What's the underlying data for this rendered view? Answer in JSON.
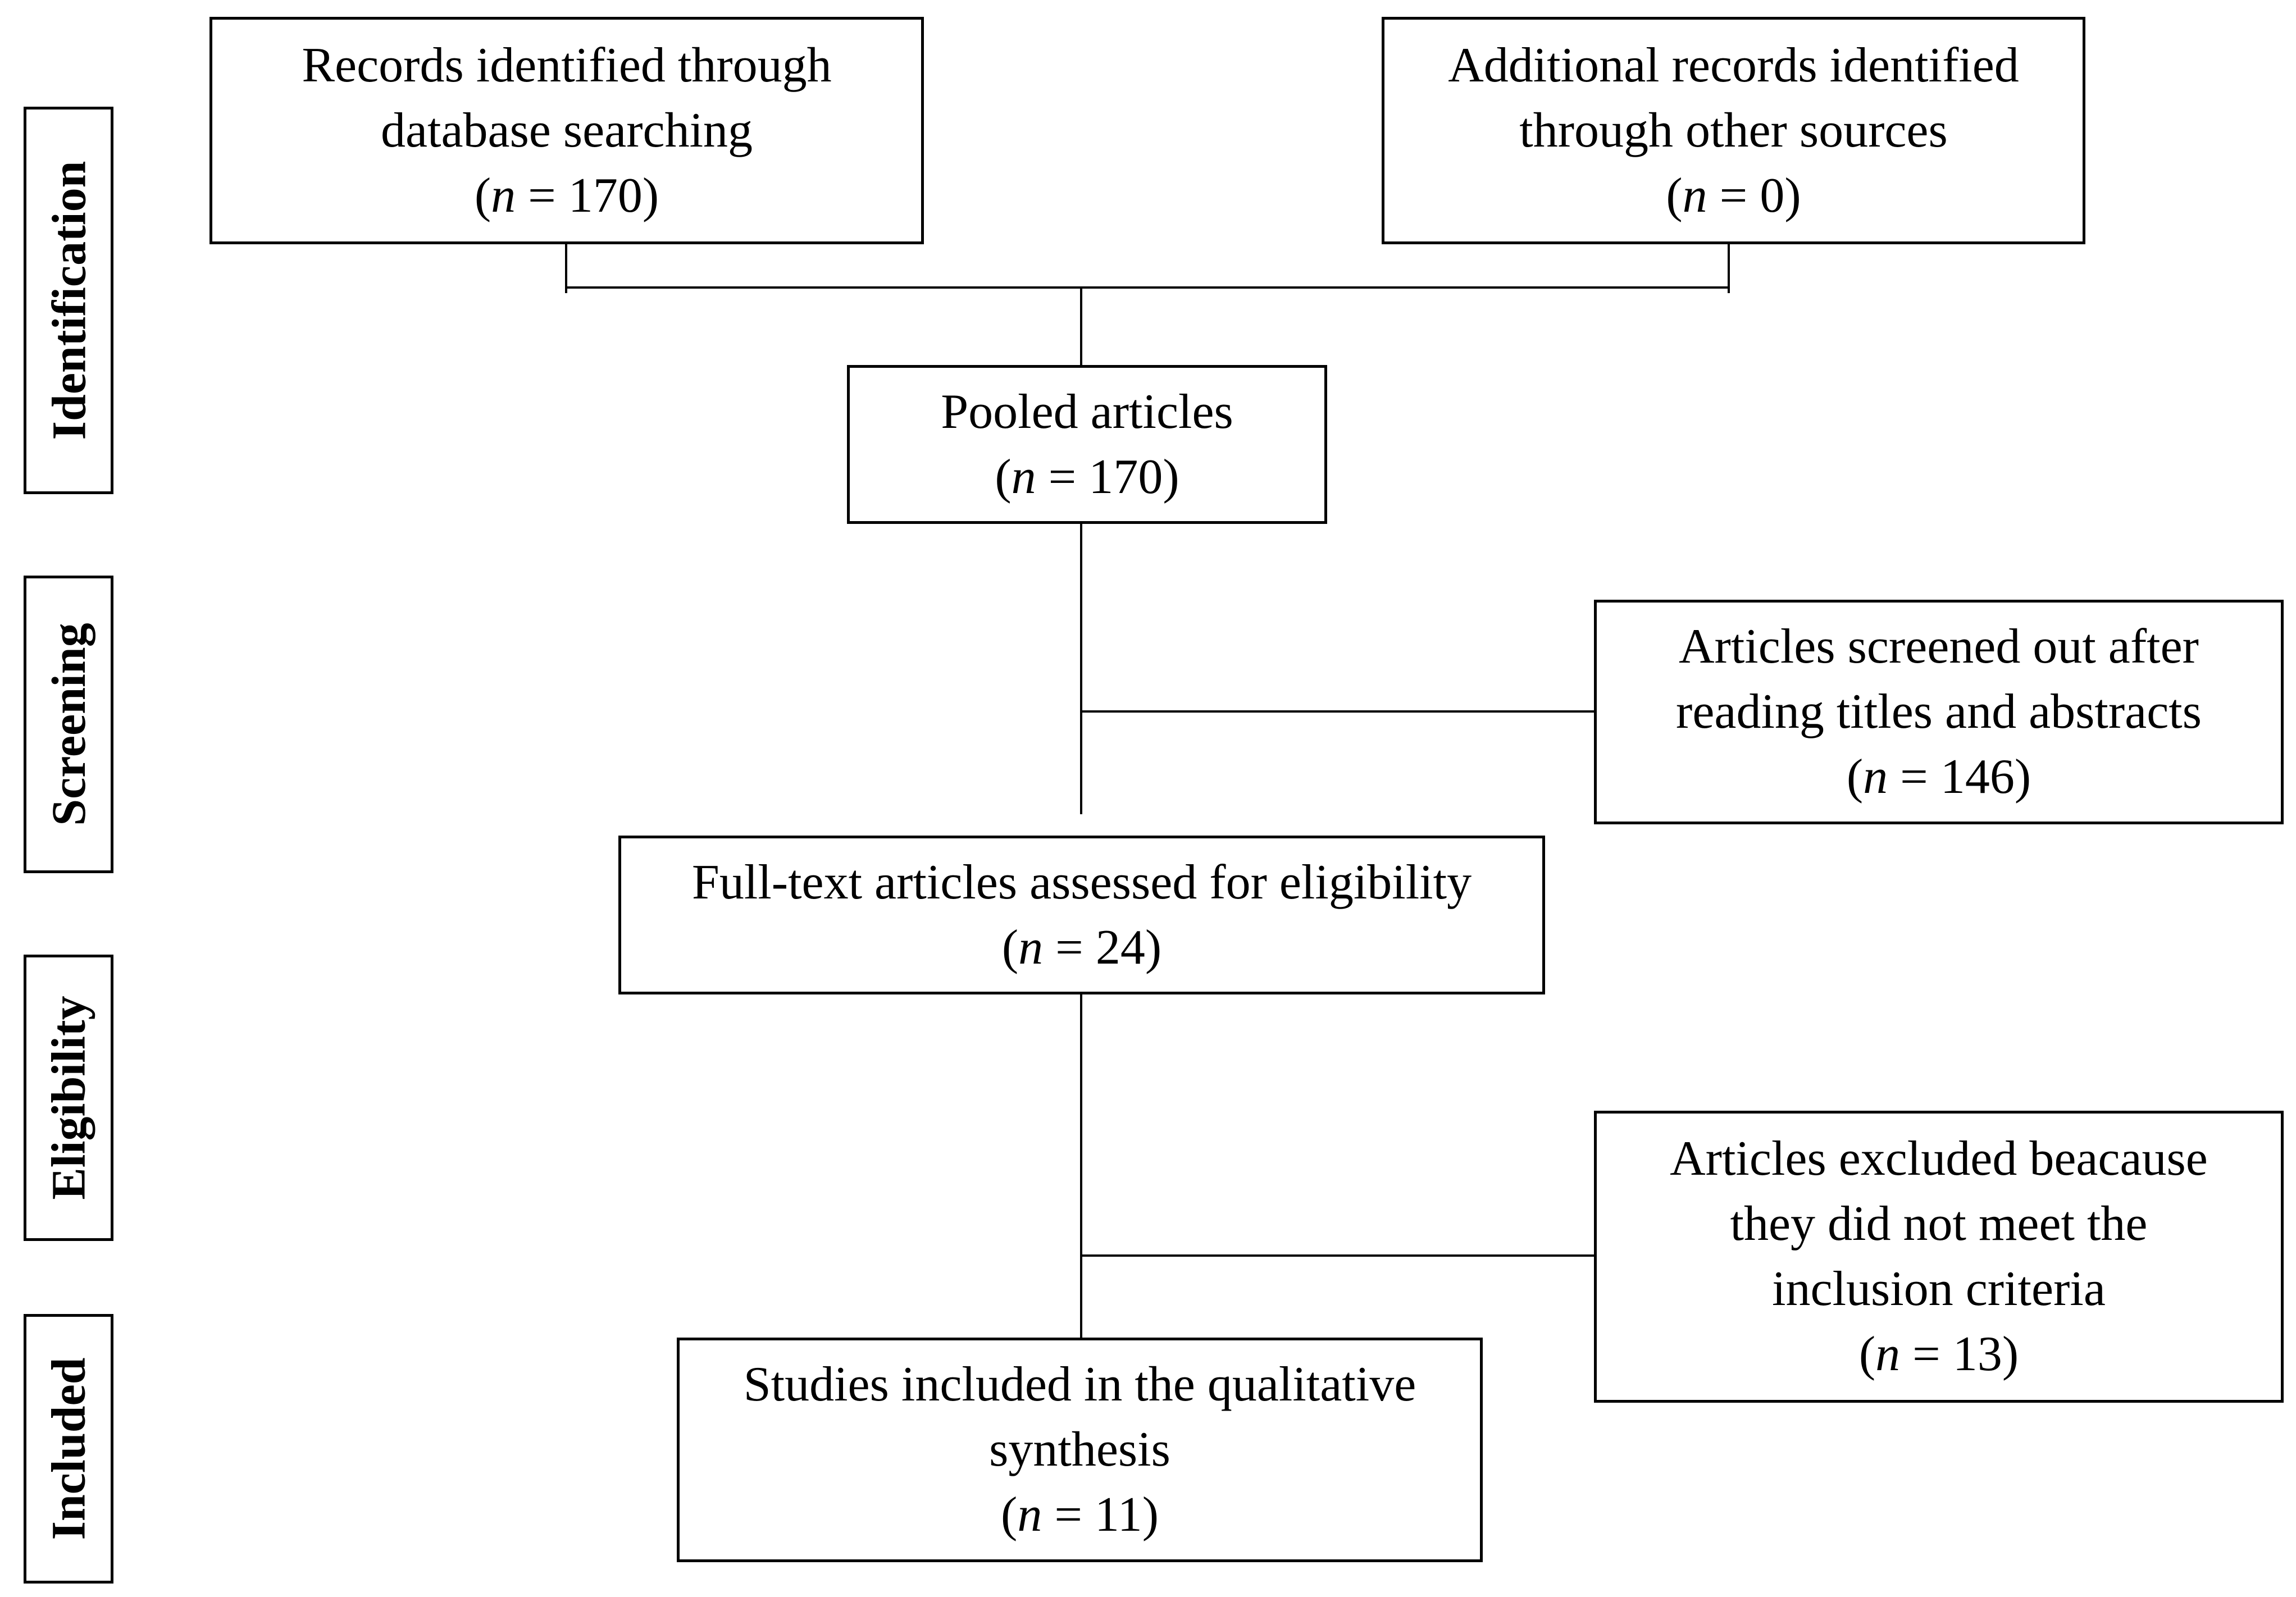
{
  "stages": {
    "identification": "Identification",
    "screening": "Screening",
    "eligibility": "Eligibility",
    "included": "Included"
  },
  "boxes": {
    "database": {
      "lines": [
        "Records identified through",
        "database searching"
      ],
      "n_value": "170"
    },
    "other": {
      "lines": [
        "Additional records identified",
        "through other sources"
      ],
      "n_value": "0"
    },
    "pooled": {
      "lines": [
        "Pooled articles"
      ],
      "n_value": "170"
    },
    "screened_out": {
      "lines": [
        "Articles screened out after",
        "reading titles and abstracts"
      ],
      "n_value": "146"
    },
    "fulltext": {
      "lines": [
        "Full-text articles assessed for eligibility"
      ],
      "n_value": "24"
    },
    "excluded": {
      "lines": [
        "Articles excluded beacause",
        "they did not meet the",
        "inclusion criteria"
      ],
      "n_value": "13"
    },
    "included": {
      "lines": [
        "Studies included in the qualitative",
        "synthesis"
      ],
      "n_value": "11"
    }
  },
  "n_label": {
    "var": "n",
    "eq": " = ",
    "open": "(",
    "close": ")"
  }
}
